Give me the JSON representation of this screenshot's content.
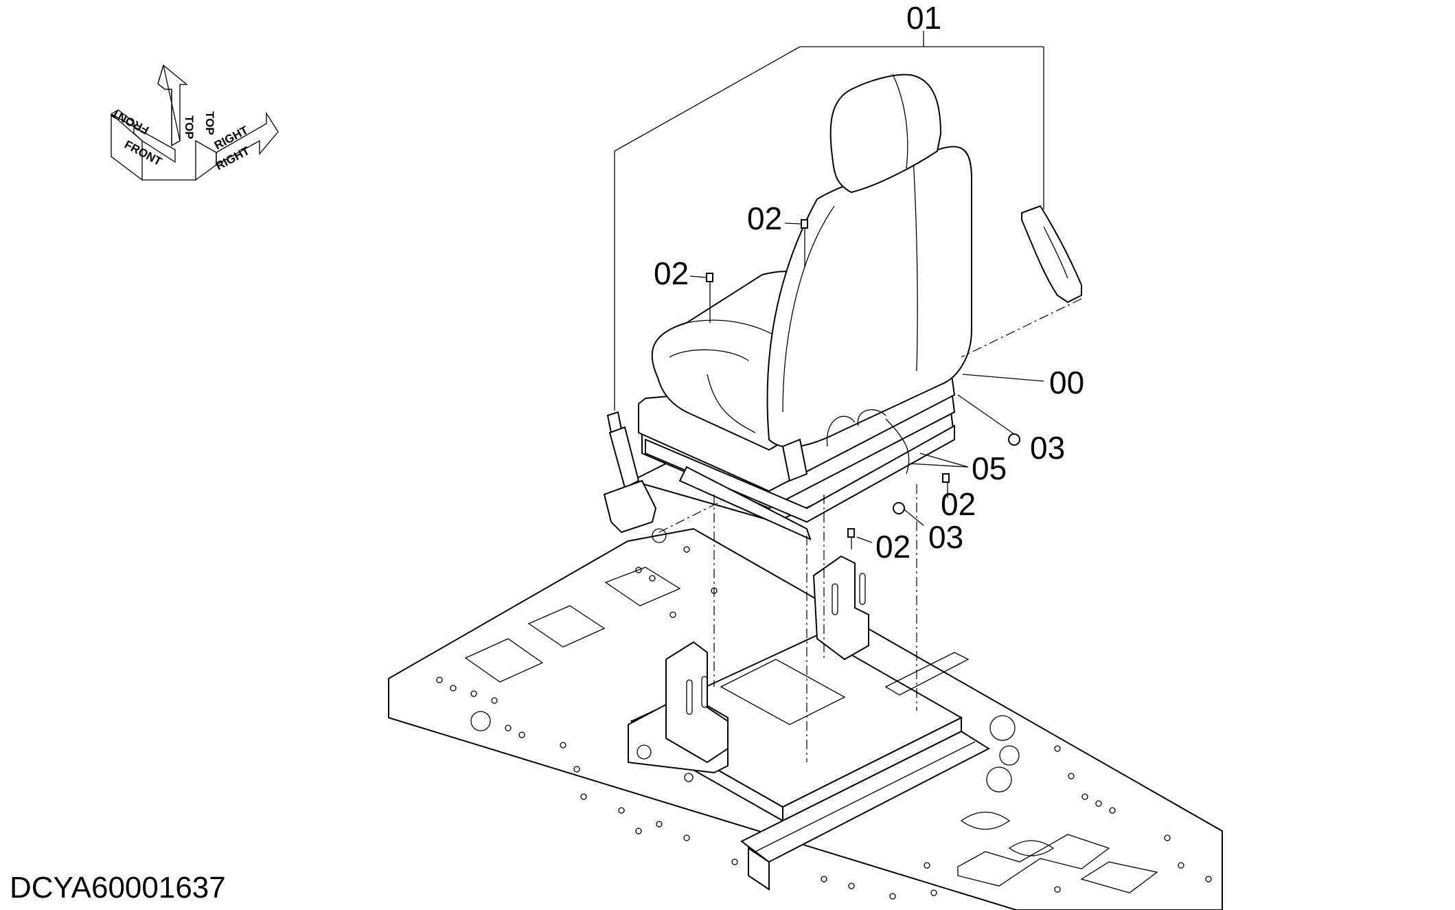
{
  "drawing_id": "DCYA60001637",
  "orientation": {
    "front": "FRONT",
    "top": "TOP",
    "right": "RIGHT"
  },
  "callouts": {
    "c01": "01",
    "c02a": "02",
    "c02b": "02",
    "c02c": "02",
    "c02d": "02",
    "c00": "00",
    "c03a": "03",
    "c03b": "03",
    "c05": "05"
  }
}
